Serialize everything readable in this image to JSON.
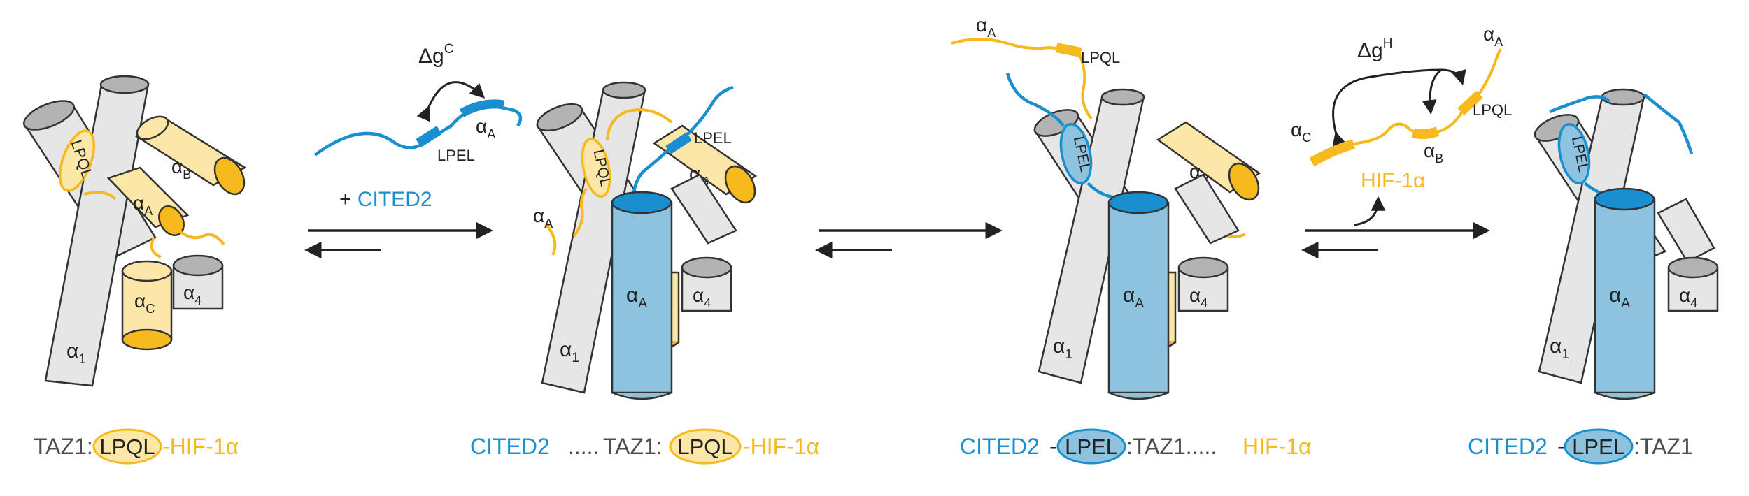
{
  "colors": {
    "grey_fill": "#e6e6e6",
    "grey_top": "#b3b3b3",
    "outline": "#333333",
    "yellow_fill": "#fce7a8",
    "yellow": "#f6b91e",
    "blue_fill": "#8dc3de",
    "blue": "#1a8fd0",
    "text_grey": "#4d4d4d",
    "text_black": "#222222"
  },
  "helix": {
    "alpha": "α",
    "sub_1": "1",
    "sub_4": "4",
    "sub_A": "A",
    "sub_B": "B",
    "sub_C": "C"
  },
  "motifs": {
    "lpql": "LPQL",
    "lpel": "LPEL"
  },
  "steps": {
    "delta_gc_base": "Δg",
    "delta_gc_sup": "C",
    "delta_gh_base": "Δg",
    "delta_gh_sup": "H",
    "plus_cited2": "+ CITED2",
    "hif_label": "HIF-1α"
  },
  "captions": {
    "c1_taz1": "TAZ1:",
    "c1_motif": "LPQL",
    "c1_hif": "-HIF-1α",
    "c2_cited": "CITED2",
    "c2_dots": ".....",
    "c2_taz1": "TAZ1:",
    "c2_motif": "LPQL",
    "c2_hif": "-HIF-1α",
    "c3_cited": "CITED2",
    "c3_dash": "-",
    "c3_motif": "LPEL",
    "c3_taz1": ":TAZ1.....",
    "c3_hif": "HIF-1α",
    "c4_cited": "CITED2",
    "c4_dash": "-",
    "c4_motif": "LPEL",
    "c4_taz1": ":TAZ1"
  }
}
